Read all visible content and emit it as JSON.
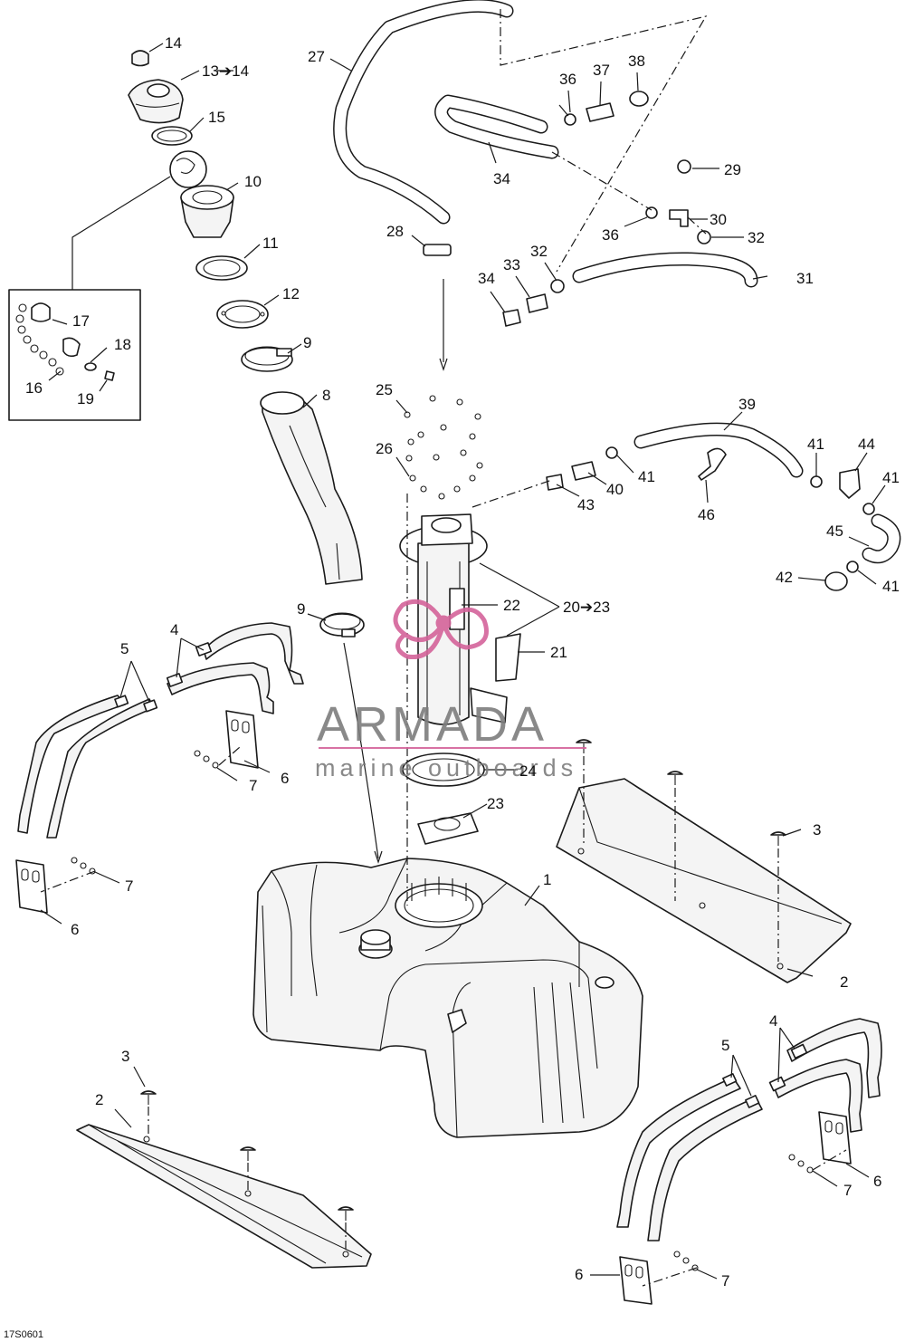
{
  "diagram_code": "17S0601",
  "watermark": {
    "brand": "ARMADA",
    "tagline": "marine outboards",
    "text_color": "#7d7d7d",
    "accent_color": "#d4639a"
  },
  "callouts": {
    "c1": "1",
    "c2a": "2",
    "c2b": "2",
    "c3a": "3",
    "c3b": "3",
    "c4a": "4",
    "c4b": "4",
    "c5a": "5",
    "c5b": "5",
    "c6a": "6",
    "c6b": "6",
    "c6c": "6",
    "c6d": "6",
    "c7a": "7",
    "c7b": "7",
    "c7c": "7",
    "c7d": "7",
    "c8": "8",
    "c9a": "9",
    "c9b": "9",
    "c10": "10",
    "c11": "11",
    "c12": "12",
    "c13": "13➔14",
    "c14": "14",
    "c15": "15",
    "c16": "16",
    "c17": "17",
    "c18": "18",
    "c19": "19",
    "c20": "20➔23",
    "c21": "21",
    "c22": "22",
    "c23": "23",
    "c24": "24",
    "c25": "25",
    "c26": "26",
    "c27": "27",
    "c28": "28",
    "c29": "29",
    "c30": "30",
    "c31": "31",
    "c32a": "32",
    "c32b": "32",
    "c33": "33",
    "c34a": "34",
    "c34b": "34",
    "c36a": "36",
    "c36b": "36",
    "c37": "37",
    "c38": "38",
    "c39": "39",
    "c40": "40",
    "c41a": "41",
    "c41b": "41",
    "c41c": "41",
    "c41d": "41",
    "c42": "42",
    "c43": "43",
    "c44": "44",
    "c45": "45",
    "c46": "46"
  }
}
